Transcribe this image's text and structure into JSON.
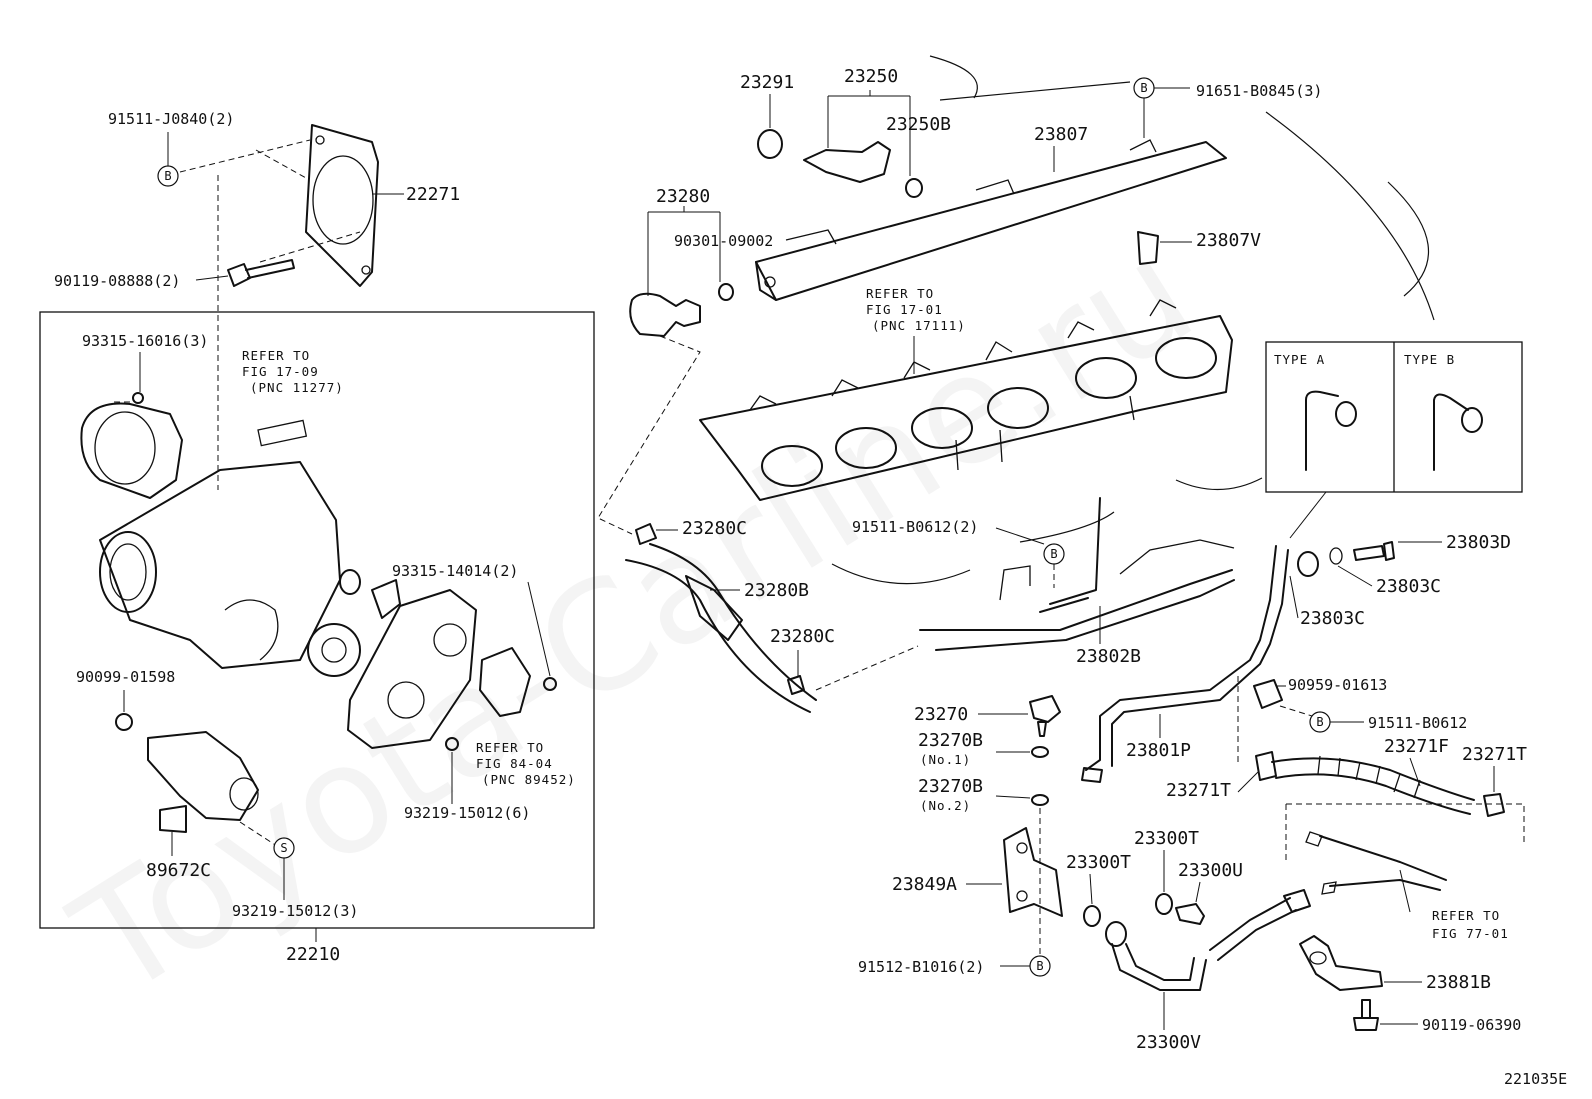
{
  "watermark": "Toyota-Carline.ru",
  "figure_id": "221035E",
  "type_box": {
    "type_a": "TYPE  A",
    "type_b": "TYPE  B"
  },
  "labels": {
    "p23291": "23291",
    "p23250": "23250",
    "p23250B": "23250B",
    "p91651": "91651-B0845(3)",
    "p23807": "23807",
    "p23807V": "23807V",
    "p23280": "23280",
    "p90301": "90301-09002",
    "p91511_j": "91511-J0840(2)",
    "p22271": "22271",
    "p90119_08888": "90119-08888(2)",
    "p93315_16016": "93315-16016(3)",
    "p93315_14014": "93315-14014(2)",
    "p90099": "90099-01598",
    "p89672C": "89672C",
    "p93219_6": "93219-15012(6)",
    "p93219_3": "93219-15012(3)",
    "p22210": "22210",
    "p23280C_1": "23280C",
    "p23280B": "23280B",
    "p23280C_2": "23280C",
    "p91511_b0612_2": "91511-B0612(2)",
    "p23802B": "23802B",
    "p23803D": "23803D",
    "p23803C_1": "23803C",
    "p23803C_2": "23803C",
    "p90959": "90959-01613",
    "p91511_b0612": "91511-B0612",
    "p23270": "23270",
    "p23270B_1": "23270B",
    "p23270B_1_note": "(No.1)",
    "p23270B_2": "23270B",
    "p23270B_2_note": "(No.2)",
    "p23801P": "23801P",
    "p23271F": "23271F",
    "p23271T_1": "23271T",
    "p23271T_2": "23271T",
    "p23300T_1": "23300T",
    "p23300T_2": "23300T",
    "p23300U": "23300U",
    "p23849A": "23849A",
    "p91512": "91512-B1016(2)",
    "p23881B": "23881B",
    "p90119_06390": "90119-06390",
    "p23300V": "23300V"
  },
  "refer_notes": {
    "fig17_09": [
      "REFER TO",
      "FIG 17-09",
      "(PNC 11277)"
    ],
    "fig17_01": [
      "REFER TO",
      "FIG 17-01",
      "(PNC 17111)"
    ],
    "fig84_04": [
      "REFER TO",
      "FIG 84-04",
      "(PNC 89452)"
    ],
    "fig77_01": [
      "REFER TO",
      "FIG 77-01"
    ]
  },
  "markers": {
    "b": "B",
    "s": "S"
  }
}
